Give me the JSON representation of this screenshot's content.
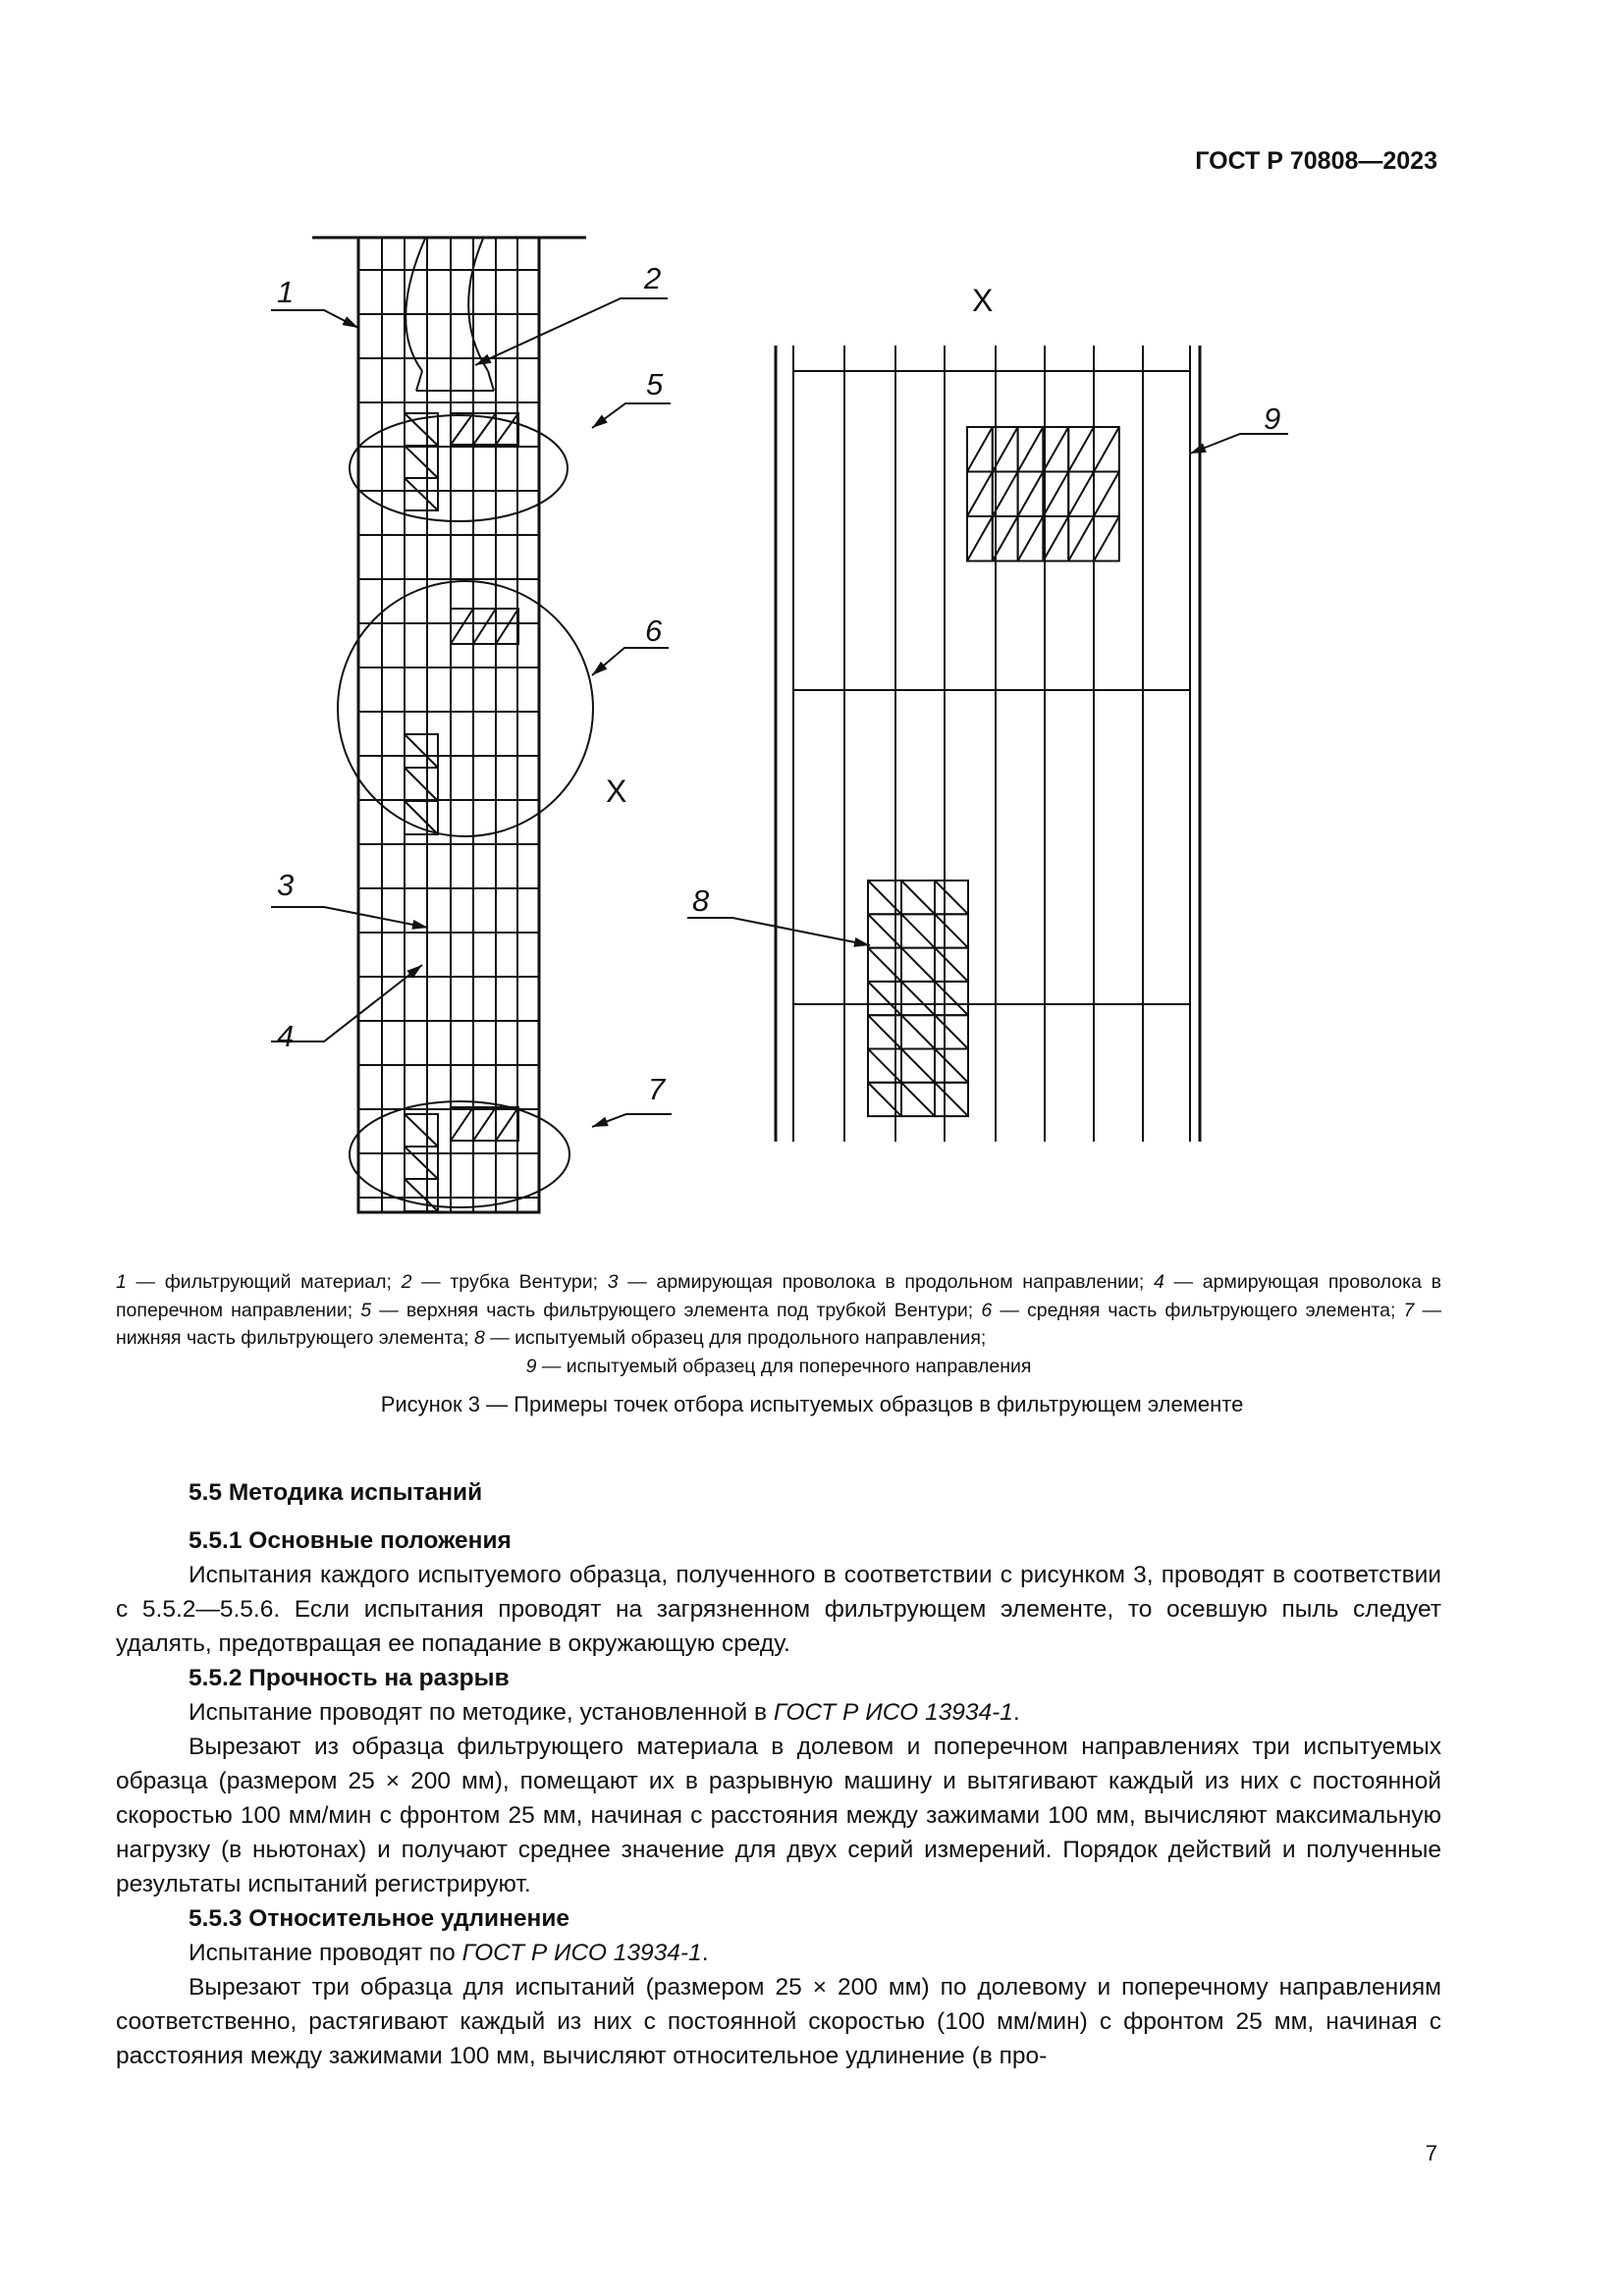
{
  "header": {
    "doc_id": "ГОСТ Р 70808—2023"
  },
  "figure": {
    "callouts": [
      "1",
      "2",
      "3",
      "4",
      "5",
      "6",
      "7",
      "8",
      "9"
    ],
    "view_marker": "X",
    "legend": [
      {
        "num": "1",
        "text": " — фильтрующий материал; "
      },
      {
        "num": "2",
        "text": " — трубка Вентури; "
      },
      {
        "num": "3",
        "text": " — армирующая проволока в продольном направлении; "
      },
      {
        "num": "4",
        "text": " — армирующая проволока в поперечном направлении; "
      },
      {
        "num": "5",
        "text": " — верхняя часть фильтрующего элемента под трубкой Вентури; "
      },
      {
        "num": "6",
        "text": " — средняя часть фильтрующего элемента; "
      },
      {
        "num": "7",
        "text": " — нижняя часть фильтрующего элемента; "
      },
      {
        "num": "8",
        "text": " — испытуемый образец для продольного направления;"
      },
      {
        "num": "9",
        "text": " — испытуемый образец для поперечного направления"
      }
    ],
    "title": "Рисунок 3 — Примеры точек отбора испытуемых образцов в фильтрующем элементе"
  },
  "sections": {
    "s55_heading": "5.5 Методика испытаний",
    "s551_heading": "5.5.1 Основные положения",
    "s551_p1": "Испытания каждого испытуемого образца, полученного в соответствии с рисунком 3, проводят в соответствии с 5.5.2—5.5.6. Если испытания проводят на загрязненном фильтрующем элементе, то осевшую пыль следует удалять, предотвращая ее попадание в окружающую среду.",
    "s552_heading": "5.5.2 Прочность на разрыв",
    "s552_p1_a": "Испытание проводят по методике, установленной в ",
    "s552_p1_ref": "ГОСТ Р ИСО 13934-1",
    "s552_p1_b": ".",
    "s552_p2": "Вырезают из образца фильтрующего материала в долевом и поперечном направлениях три испытуемых образца (размером 25 × 200 мм), помещают их в разрывную машину и вытягивают каждый из них с постоянной скоростью 100 мм/мин с фронтом 25 мм, начиная с расстояния между зажимами 100 мм, вычисляют максимальную нагрузку (в ньютонах) и получают среднее значение для двух серий измерений. Порядок действий и полученные результаты испытаний регистрируют.",
    "s553_heading": "5.5.3 Относительное удлинение",
    "s553_p1_a": "Испытание проводят по ",
    "s553_p1_ref": "ГОСТ Р ИСО 13934-1",
    "s553_p1_b": ".",
    "s553_p2": "Вырезают три образца для испытаний (размером 25 × 200 мм) по долевому и поперечному направлениям соответственно, растягивают каждый из них с постоянной скоростью (100 мм/мин) с фронтом 25 мм, начиная с расстояния между зажимами 100 мм, вычисляют относительное удлинение (в про-"
  },
  "footer": {
    "page_number": "7"
  }
}
